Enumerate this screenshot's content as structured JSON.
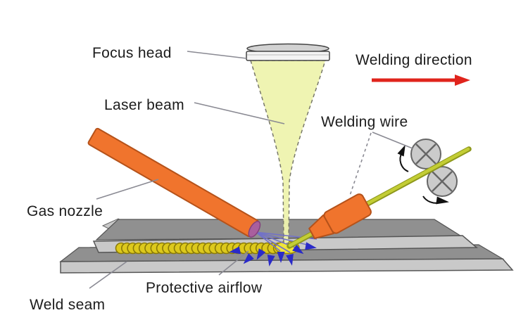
{
  "labels": {
    "focus_head": "Focus head",
    "laser_beam": "Laser beam",
    "welding_direction": "Welding direction",
    "welding_wire": "Welding wire",
    "gas_nozzle": "Gas nozzle",
    "weld_seam": "Weld seam",
    "protective_airflow": "Protective airflow"
  },
  "colors": {
    "label_text": "#1c1c1c",
    "leader_line": "#8a8a93",
    "beam_fill": "#eef3ae",
    "beam_outline": "#77776a",
    "lens_top": "#d2d2d2",
    "lens_body": "#f4f4f4",
    "nozzle_orange": "#f0742d",
    "nozzle_outline": "#b5521a",
    "nozzle_tip_purple": "#a95f9e",
    "wire_core": "#c3cd35",
    "wire_edge": "#8d971b",
    "roller_fill": "#cbcbcb",
    "roller_outline": "#666666",
    "rotation_arrow_black": "#111111",
    "plate_top": "#909090",
    "plate_side": "#c9c9c9",
    "plate_outline": "#555555",
    "seam_yellow": "#ddc91c",
    "seam_edge": "#8a7a08",
    "pool_yellow": "#f0e53a",
    "direction_arrow_red": "#e0241c",
    "airflow_blue": "#2a2ac8",
    "airflow_line": "#7272c8"
  },
  "seam": {
    "scallop_count": 30
  }
}
